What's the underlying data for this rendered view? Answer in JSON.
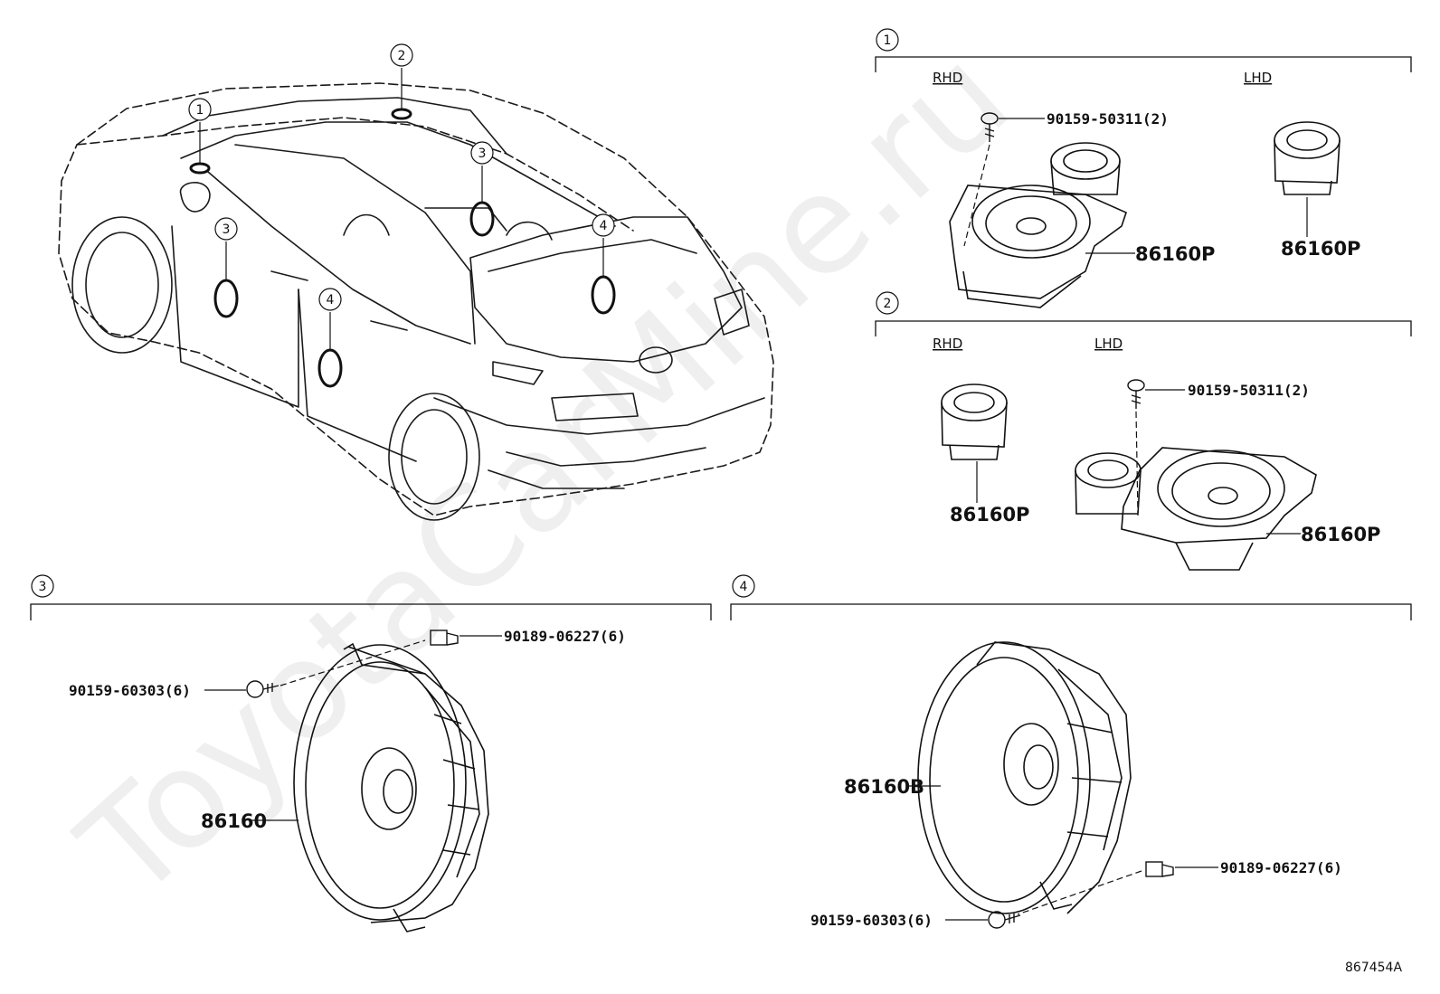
{
  "watermark": "ToyotaCarMine.ru",
  "diagram_id": "867454A",
  "callouts": {
    "c1": "1",
    "c2": "2",
    "c3": "3",
    "c4": "4"
  },
  "section1": {
    "rhd": "RHD",
    "lhd": "LHD",
    "screw": "90159-50311(2)",
    "part_rhd": "86160P",
    "part_lhd": "86160P"
  },
  "section2": {
    "rhd": "RHD",
    "lhd": "LHD",
    "screw": "90159-50311(2)",
    "part_rhd": "86160P",
    "part_lhd": "86160P"
  },
  "section3": {
    "clip": "90189-06227(6)",
    "screw": "90159-60303(6)",
    "part": "86160"
  },
  "section4": {
    "clip": "90189-06227(6)",
    "screw": "90159-60303(6)",
    "part": "86160B"
  },
  "colors": {
    "line": "#1a1a1a",
    "background": "#ffffff"
  }
}
